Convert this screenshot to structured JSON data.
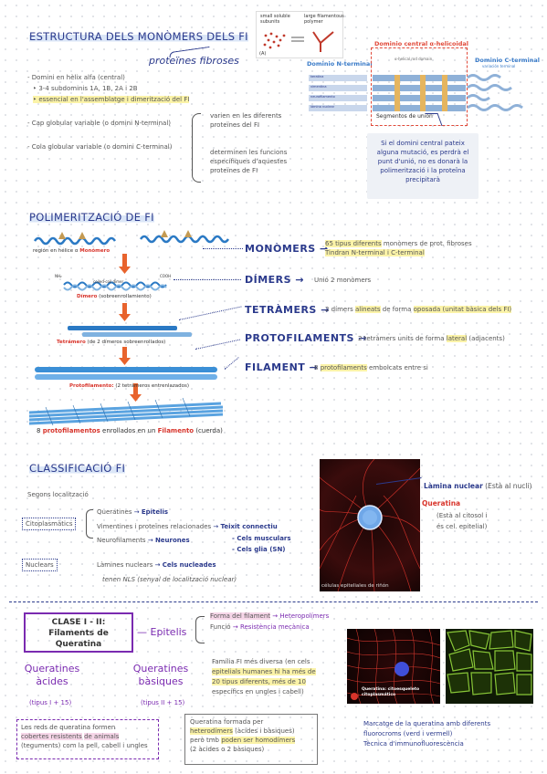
{
  "sections": {
    "estructura": {
      "title": "ESTRUCTURA DELS MONÒMERS DELS FI",
      "subtitle": "proteïnes fibroses",
      "bullets": [
        "- Domini en hèlix alfa (central)",
        "‣ 3-4 subdominis 1A, 1B, 2A i 2B",
        "‣ essencial en l'assemblatge i dimerització del FI",
        "- Cap globular variable (o domini N-terminal)",
        "- Cola globular variable (o domini C-terminal)"
      ],
      "brace_notes": [
        "varien en les diferents",
        "proteïnes del FI",
        "determinen les funcions",
        "específiques d'aquestes",
        "proteïnes de FI"
      ],
      "fig_a": {
        "left_label": "small soluble\nsubunits",
        "right_label": "large filamentous\npolymer",
        "tag": "(A)"
      },
      "fig_domain": {
        "central": "Dominio central α-helicoidal",
        "n_term": "Dominio N-terminal",
        "c_term": "Dominio C-terminal",
        "c_sub": "variación terminal",
        "rod": "α-helical rod domain",
        "rows": [
          "keratina",
          "vimentina",
          "neurofilamento",
          "lámina nuclear"
        ],
        "seg": "Segmentos de unión"
      },
      "note": "Si el domini central pateix alguna mutació, es perdrà el punt d'unió, no es donarà la polimerització i la proteïna precipitarà"
    },
    "polimeritzacio": {
      "title": "POLIMERITZACIÓ DE FI",
      "fig_labels": {
        "helix": "región en hélice α",
        "monomero": "Monómero",
        "dimero": "Dímero",
        "dimero_sub": "(sobreenrollamiento)",
        "tetramero": "Tetrámero",
        "tetramero_sub": "(de 2 dímeros sobreenrollados)",
        "proto": "Protofilamento:",
        "proto_sub": "(2 tetrámeros entrenlazados)",
        "final_a": "8 ",
        "final_b": "protofilamentos",
        "final_c": " enrollados en un ",
        "final_d": "Filamento",
        "final_e": " (cuerda)",
        "coiled": "coiled-coil dimer",
        "nh2": "NH₂",
        "cooh": "COOH"
      },
      "steps": [
        {
          "name": "MONÒMERS",
          "desc_a": "65 tipus diferents",
          "desc_b": " monòmers de prot. fibroses",
          "desc2": "Tindran N-terminal i C-terminal"
        },
        {
          "name": "DÍMERS",
          "desc_a": "Unió 2 monòmers",
          "desc_b": ""
        },
        {
          "name": "TETRÀMERS",
          "desc_a": "2 dímers ",
          "desc_b": "alineats",
          "desc_c": " de forma ",
          "desc_d": "oposada",
          "desc_e": " (unitat bàsica dels FI)"
        },
        {
          "name": "PROTOFILAMENTS",
          "desc_a": "2 tetràmers units de forma ",
          "desc_b": "lateral",
          "desc_c": " (adjacents)"
        },
        {
          "name": "FILAMENT",
          "desc_a": "8 ",
          "desc_b": "protofilaments",
          "desc_c": " embolcats entre si"
        }
      ]
    },
    "classificacio": {
      "title": "CLASSIFICACIÓ FI",
      "segons": "Segons localització",
      "citoplasmatics": "Citoplasmàtics",
      "nuclears": "Nuclears",
      "items": [
        {
          "label": "Queratines",
          "target": "Epitelis"
        },
        {
          "label": "Vimentines i proteïnes relacionades",
          "target": "Teixit connectiu"
        },
        {
          "label": "Neurofilaments",
          "target": "Neurones"
        }
      ],
      "extra_targets": [
        "Cels musculars",
        "Cels glia (SN)"
      ],
      "laminas": {
        "label": "Làmines nuclears",
        "target": "Cels nucleades"
      },
      "nls": "tenen NLS (senyal de localització nuclear)",
      "img_caption": "células epiteliales de riñón",
      "lamina_label": "Làmina nuclear",
      "lamina_note": "(Està al nucli)",
      "queratina_label": "Queratina",
      "queratina_note_1": "(Està al citosol i",
      "queratina_note_2": "és cel. epitelial)"
    },
    "clase": {
      "box_title_1": "CLASE I - II:",
      "box_title_2": "Filaments de",
      "box_title_3": "Queratina",
      "epitelis": "Epitelis",
      "forma_label": "Forma del filament",
      "forma_value": "Heteropolímers",
      "funcio_label": "Funció",
      "funcio_value": "Resistència mecànica",
      "familia": [
        "Família FI més diversa (en cels",
        "epitelials humanes hi ha més de",
        "20 tipus diferents, més de 10",
        "específics en ungles i cabell)"
      ],
      "acides": [
        "Queratines",
        "àcides"
      ],
      "basiques": [
        "Queratines",
        "bàsiques"
      ],
      "tipus_acides": "(tipus I + 15)",
      "tipus_basiques": "(tipus II + 15)",
      "reds": [
        "Les reds de queratina formen",
        "cobertes resistents",
        "de animals",
        "(teguments) com la pell, cabell i ungles"
      ],
      "formada": [
        "Queratina formada per",
        "heterodímers",
        "(àcides i bàsiques)",
        "però tmb ",
        "poden ser homodímers",
        "(2 àcides o 2 bàsiques)"
      ],
      "img1_caption_1": "Queratina: citoesqueleto",
      "img1_caption_2": "citoplasmático",
      "marcatge": [
        "Marcatge de la queratina amb diferents",
        "fluorocroms (verd i vermell)",
        "Tècnica d'immunofluorescència"
      ]
    }
  },
  "colors": {
    "navy": "#2b3a8c",
    "purple": "#7a2ab0",
    "red": "#d8342b",
    "highlight_yellow": "#fbf3a8",
    "highlight_blue": "#dbe6f7",
    "highlight_pink": "#f6d6e8"
  }
}
